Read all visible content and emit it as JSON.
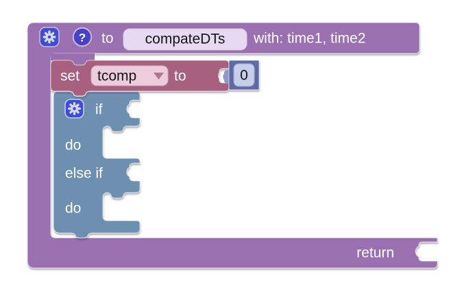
{
  "procedure_block": {
    "to_label": "to",
    "name_value": "compateDTs",
    "params_label": "with: time1, time2",
    "return_label": "return"
  },
  "set_block": {
    "set_label": "set",
    "variable_name": "tcomp",
    "to_label": "to"
  },
  "number_block": {
    "value": "0"
  },
  "if_block": {
    "if_label": "if",
    "do_label": "do",
    "else_if_label": "else if",
    "do_else_label": "do"
  },
  "icons": {
    "help_glyph": "?"
  },
  "colors": {
    "procedure": "#9a6fb0",
    "set": "#a7617f",
    "if": "#6d8fb0",
    "number": "#5d6ba3",
    "number_plug": "#8d99c7",
    "icon_blue": "#3f4ed0",
    "help_blue": "#4741c6",
    "field_lavender": "#e7d9f1",
    "field_pink": "#edccdc",
    "field_number": "#c7cee9"
  }
}
